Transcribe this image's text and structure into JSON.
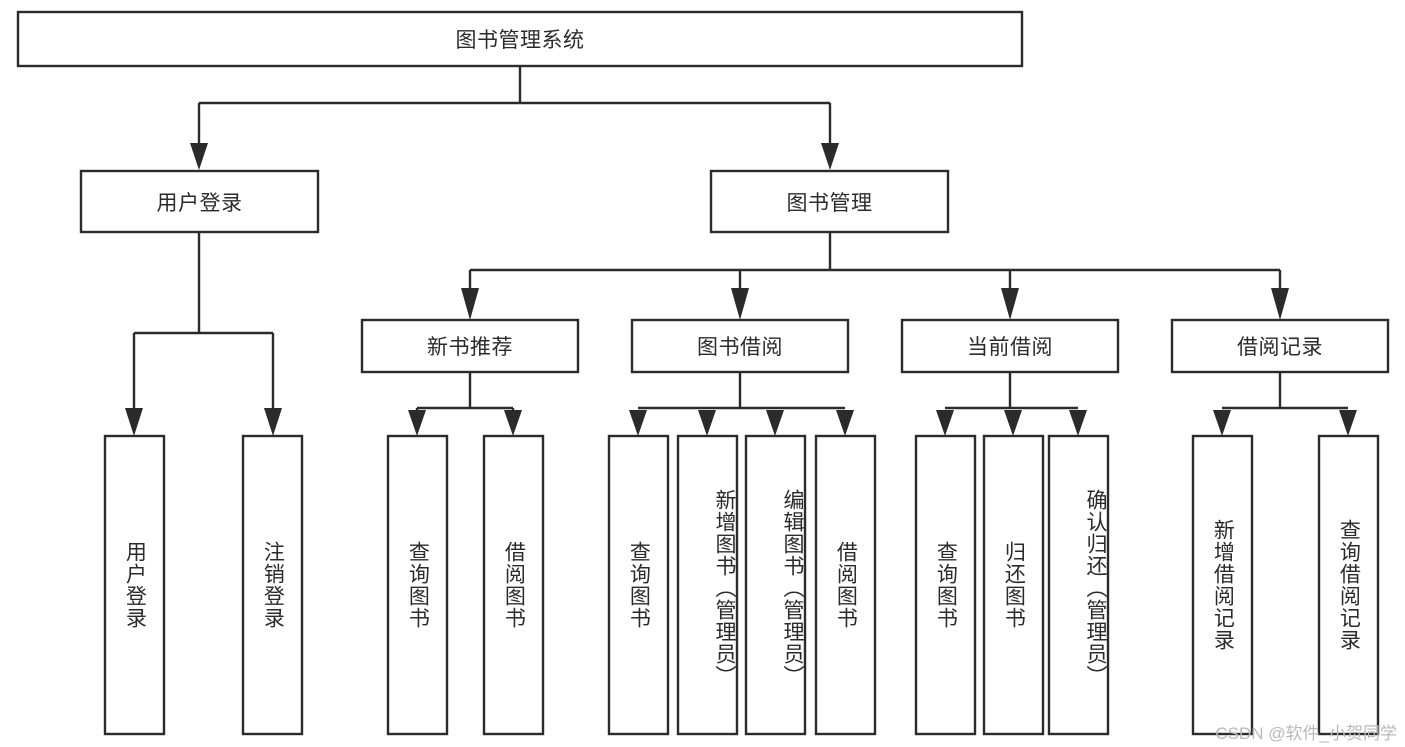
{
  "diagram": {
    "type": "tree-hierarchy-chart",
    "title": "图书管理系统",
    "watermark": "CSDN @软件_小贺同学",
    "colors": {
      "stroke": "#2b2b2b",
      "fill": "#ffffff",
      "background": "#ffffff",
      "watermark": "#b9b9b9"
    },
    "nodes": {
      "root": {
        "label": "图书管理系统"
      },
      "level2": [
        {
          "label": "用户登录"
        },
        {
          "label": "图书管理"
        }
      ],
      "level3": [
        {
          "label": "新书推荐"
        },
        {
          "label": "图书借阅"
        },
        {
          "label": "当前借阅"
        },
        {
          "label": "借阅记录"
        }
      ],
      "leaves": {
        "user_login": [
          {
            "label": "用户登录"
          },
          {
            "label": "注销登录"
          }
        ],
        "new_book": [
          {
            "label": "查询图书"
          },
          {
            "label": "借阅图书"
          }
        ],
        "book_borrow": [
          {
            "label": "查询图书"
          },
          {
            "label": "新增图书（管理员）"
          },
          {
            "label": "编辑图书（管理员）"
          },
          {
            "label": "借阅图书"
          }
        ],
        "current_borrow": [
          {
            "label": "查询图书"
          },
          {
            "label": "归还图书"
          },
          {
            "label": "确认归还（管理员）"
          }
        ],
        "borrow_record": [
          {
            "label": "新增借阅记录"
          },
          {
            "label": "查询借阅记录"
          }
        ]
      }
    }
  }
}
